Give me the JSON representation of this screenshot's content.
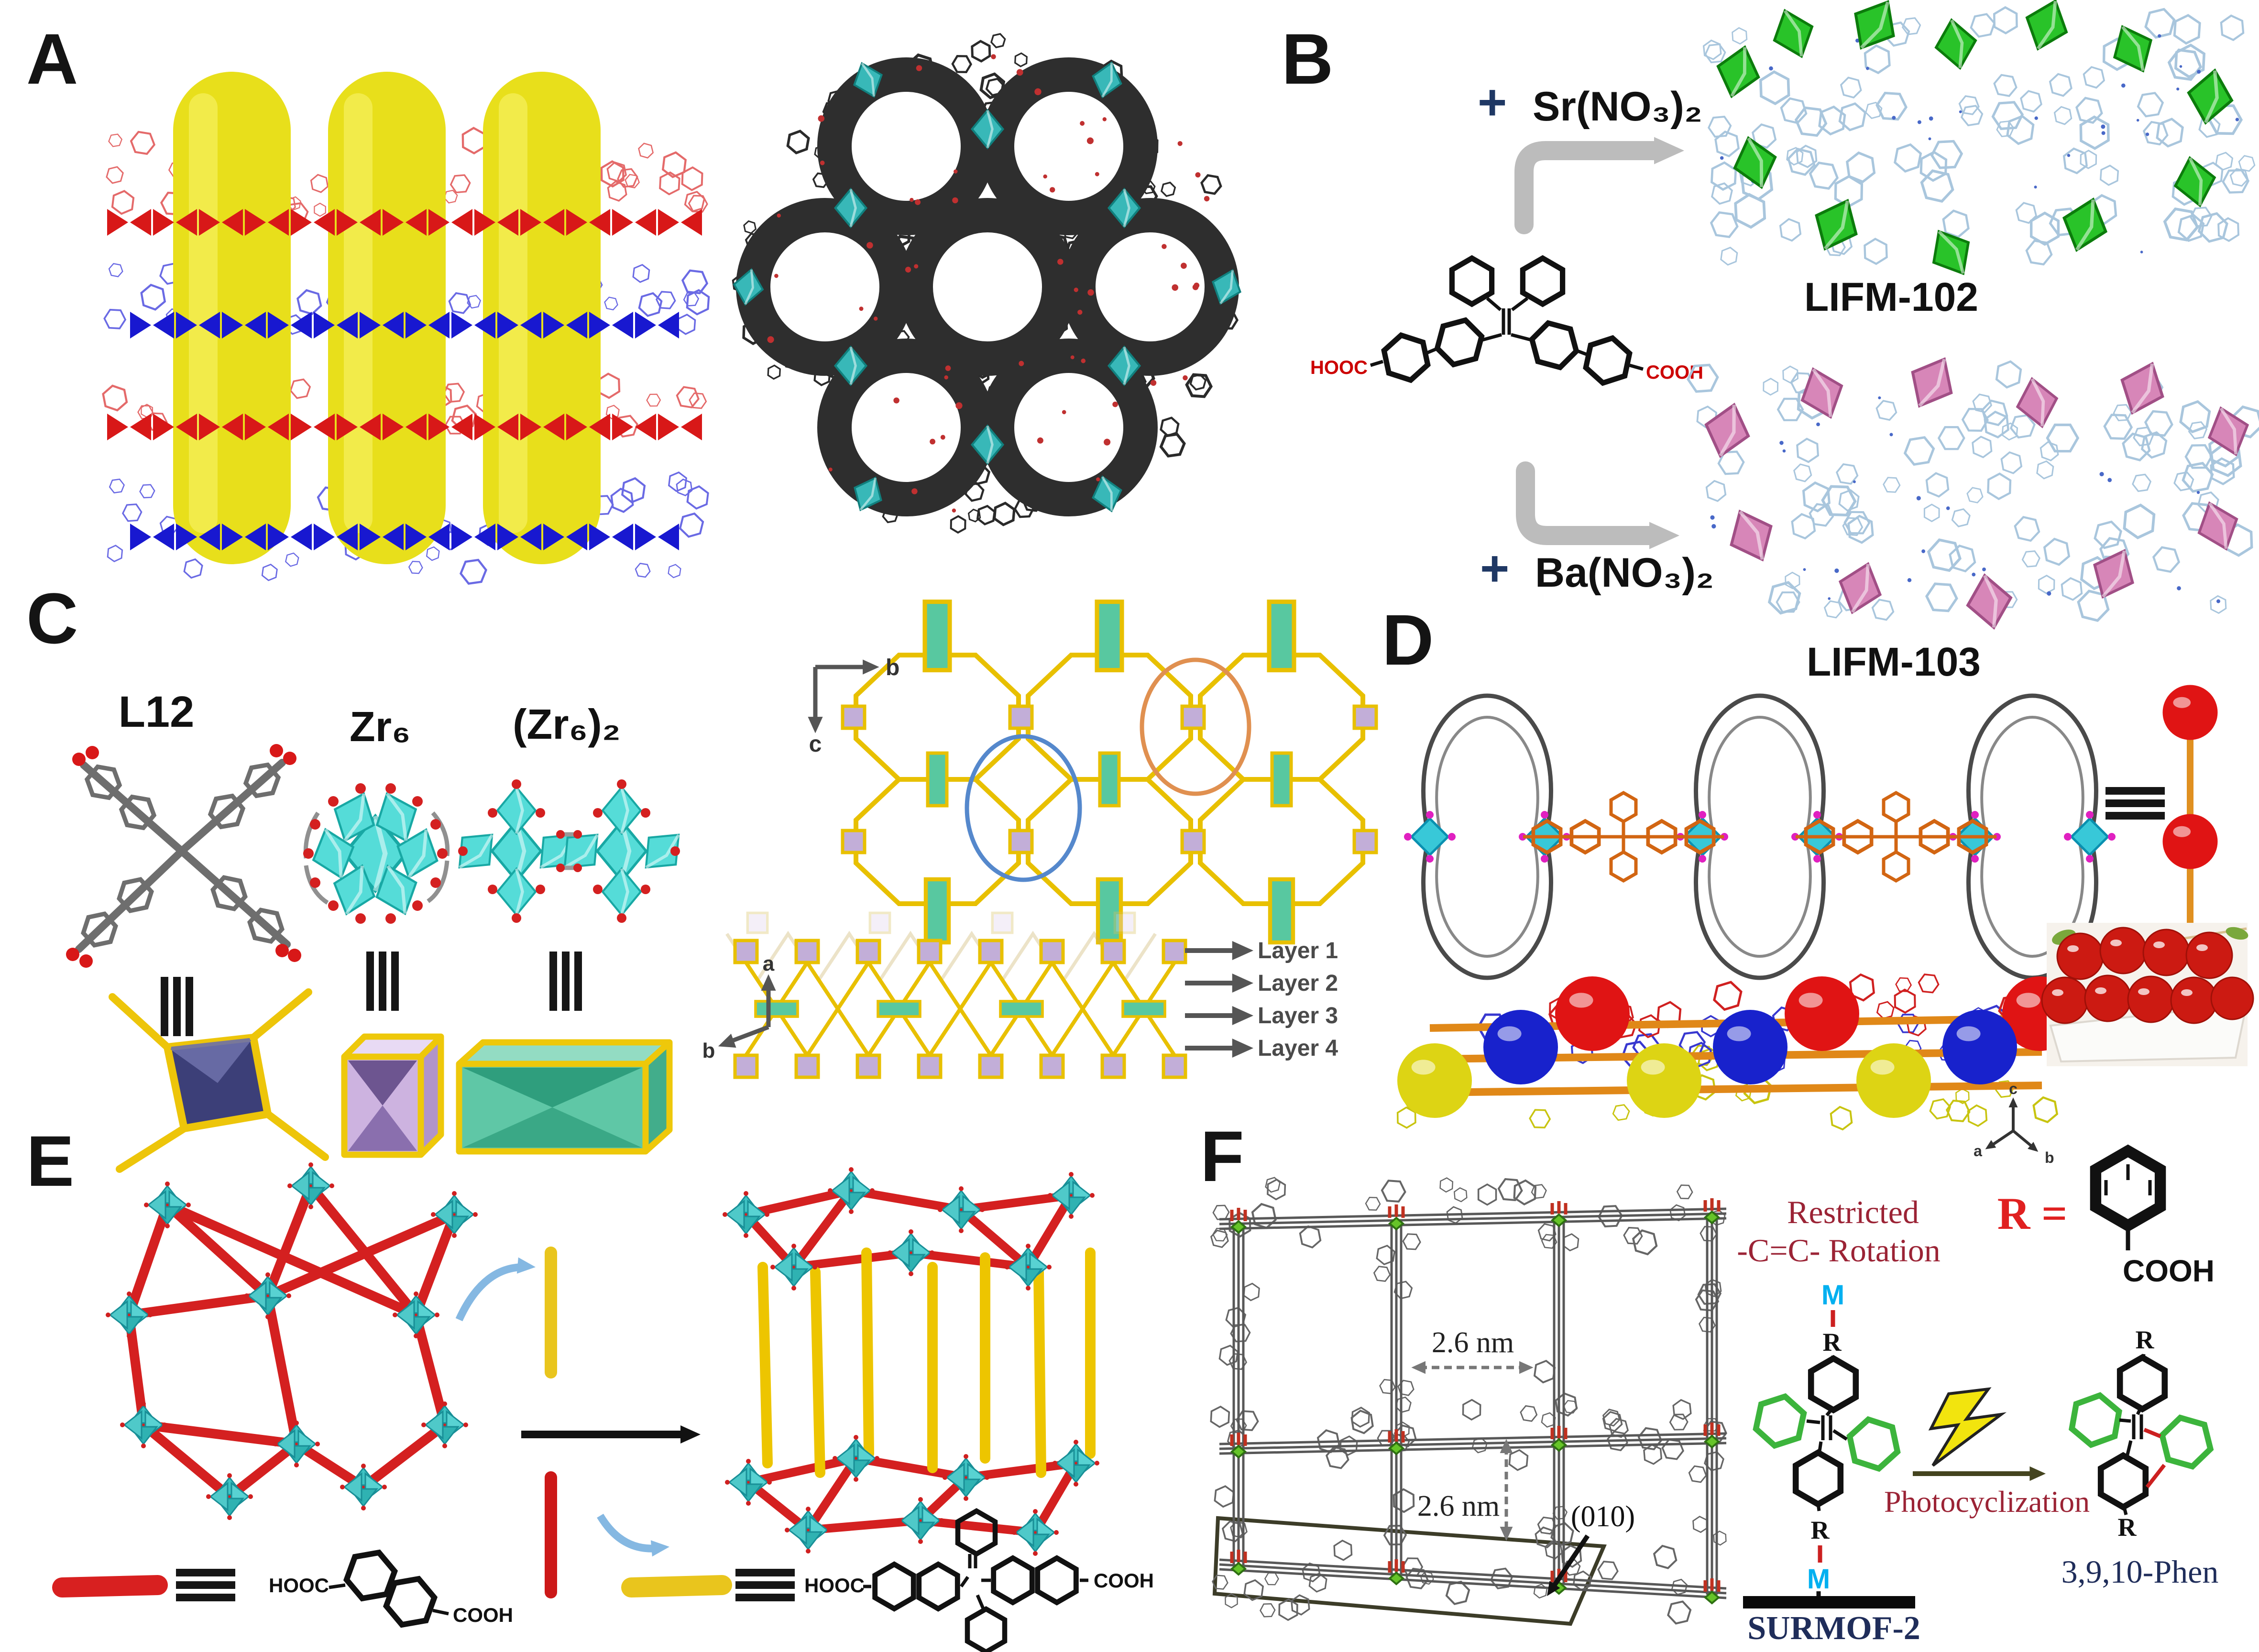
{
  "panels": {
    "a": {
      "label": "A"
    },
    "b": {
      "label": "B",
      "plus_top": "+",
      "reagent_top": "Sr(NO₃)₂",
      "plus_bottom": "+",
      "reagent_bottom": "Ba(NO₃)₂",
      "ligand_hooc": "HOOC",
      "ligand_cooh": "COOH",
      "product_top": "LIFM-102",
      "product_bottom": "LIFM-103"
    },
    "c": {
      "label": "C",
      "ligand_label": "L12",
      "cluster1_label": "Zr₆",
      "cluster2_label": "(Zr₆)₂",
      "axis_b_top": "b",
      "axis_c_top": "c",
      "axis_a_side": "a",
      "axis_b_side": "b",
      "layer_labels": [
        "Layer 1",
        "Layer 2",
        "Layer 3",
        "Layer 4"
      ]
    },
    "d": {
      "label": "D",
      "axis_c": "c",
      "axis_a": "a",
      "axis_b": "b"
    },
    "e": {
      "label": "E",
      "red_rod_hooc": "HOOC",
      "red_rod_cooh": "COOH",
      "yellow_rod_hooc": "HOOC",
      "yellow_rod_cooh": "COOH"
    },
    "f": {
      "label": "F",
      "dim_horizontal": "2.6 nm",
      "dim_vertical": "2.6 nm",
      "crystal_plane": "(010)",
      "restricted_line1": "Restricted",
      "restricted_line2": "-C=C- Rotation",
      "metal_top": "M",
      "r_top": "R",
      "r_bottom": "R",
      "metal_bottom": "M",
      "substrate_label": "SURMOF-2",
      "r_definition": "R =",
      "r_group_cooh": "COOH",
      "process_label": "Photocyclization",
      "product_r_top": "R",
      "product_r_bottom": "R",
      "product_label": "3,9,10-Phen"
    }
  },
  "icons": {
    "equivalence_icon": "≡",
    "plus_icon": "+",
    "reaction_arrow_icon": "→",
    "lightning_icon": "⚡"
  },
  "colors": {
    "pore_yellow": "#e8df1b",
    "red_framework": "#d81818",
    "blue_framework": "#1818d0",
    "teal_cluster": "#45c8c8",
    "green_cluster": "#29c329",
    "pink_cluster": "#d786b8",
    "orange_linker": "#d26512",
    "mesh_light_blue": "#a9c6dd",
    "dark_red_text": "#9b2335",
    "navy_text": "#1f2d5a",
    "cyan_metal_text": "#00b0f0",
    "cooh_red_text": "#cc0000",
    "node_yellow": "#eec80a"
  }
}
